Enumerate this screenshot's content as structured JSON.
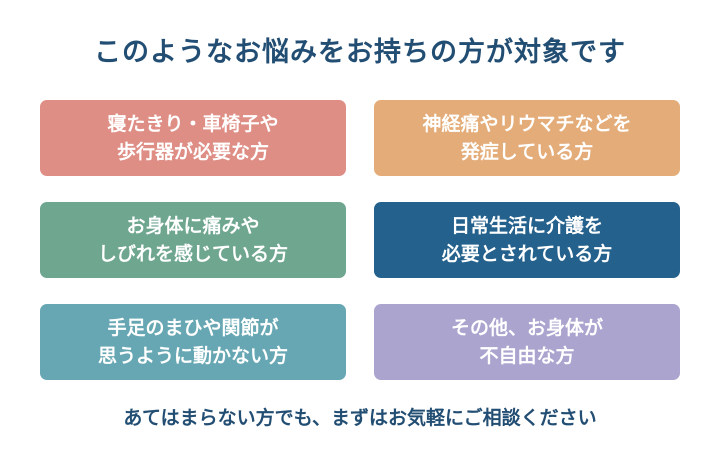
{
  "title": "このようなお悩みをお持ちの方が対象です",
  "cards": [
    {
      "line1": "寝たきり・車椅子や",
      "line2": "歩行器が必要な方",
      "color": "#de8e85"
    },
    {
      "line1": "神経痛やリウマチなどを",
      "line2": "発症している方",
      "color": "#e4ac78"
    },
    {
      "line1": "お身体に痛みや",
      "line2": "しびれを感じている方",
      "color": "#6ea68f"
    },
    {
      "line1": "日常生活に介護を",
      "line2": "必要とされている方",
      "color": "#24618c"
    },
    {
      "line1": "手足のまひや関節が",
      "line2": "思うように動かない方",
      "color": "#66a7b3"
    },
    {
      "line1": "その他、お身体が",
      "line2": "不自由な方",
      "color": "#aba4cf"
    }
  ],
  "footer": "あてはまらない方でも、まずはお気軽にご相談ください"
}
